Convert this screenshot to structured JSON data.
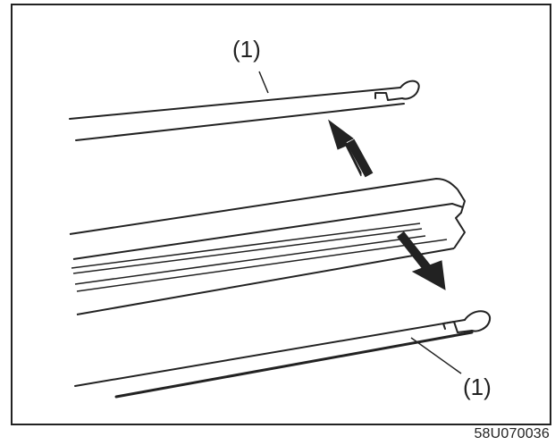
{
  "diagram": {
    "callout_top": "(1)",
    "callout_bottom": "(1)",
    "figure_code": "58U070036"
  },
  "colors": {
    "ink": "#222222",
    "background": "#ffffff"
  }
}
